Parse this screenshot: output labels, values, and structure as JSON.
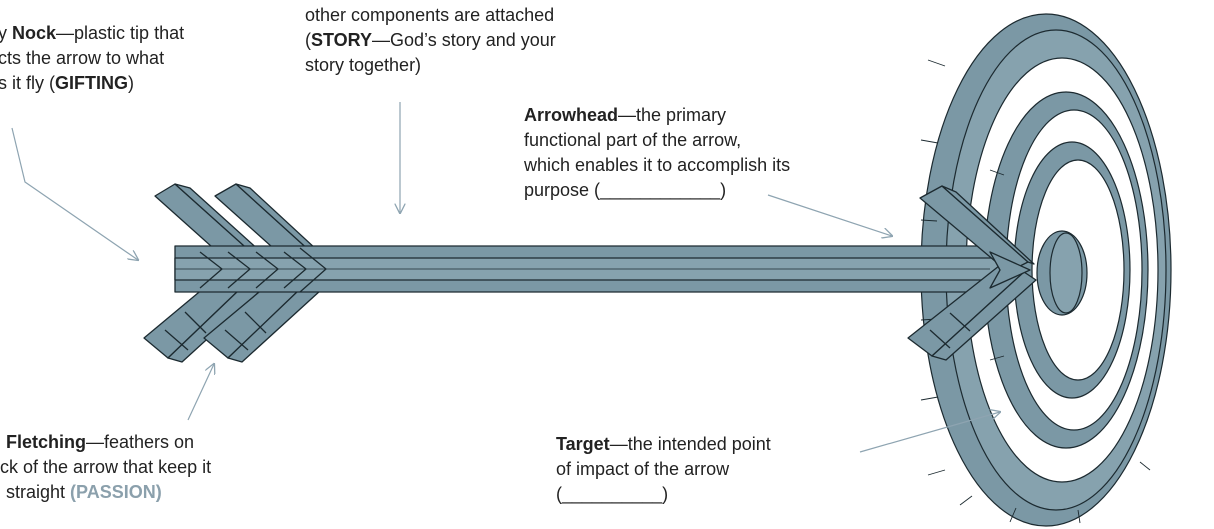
{
  "colors": {
    "fill": "#7b98a5",
    "stroke": "#1c2a30",
    "pointer": "#8ea4b1",
    "accent": "#8ba0ac"
  },
  "labels": {
    "nock": {
      "term": "Nock",
      "line1_prefix": "y ",
      "line1_rest": "—plastic tip that",
      "line2": "cts the arrow to what",
      "line3_prefix": "s it fly (",
      "line3_key": "GIFTING",
      "line3_suffix": ")"
    },
    "shaft": {
      "line1": "other components are attached",
      "line2_prefix": "(",
      "line2_key": "STORY",
      "line2_suffix": "—God’s story and your",
      "line3": "story together)"
    },
    "arrowhead": {
      "term": "Arrowhead",
      "line1_rest": "—the primary",
      "line2": "functional part of the arrow,",
      "line3": "which enables it to accomplish its",
      "line4": "purpose (____________)"
    },
    "fletching": {
      "term": "Fletching",
      "line1_rest": "—feathers on",
      "line2": "ck of the arrow that keep it",
      "line3_prefix": "straight ",
      "line3_key": "(PASSION)"
    },
    "target": {
      "term": "Target",
      "line1_rest": "—the intended point",
      "line2": "of impact of the arrow",
      "line3": "(__________)"
    }
  }
}
